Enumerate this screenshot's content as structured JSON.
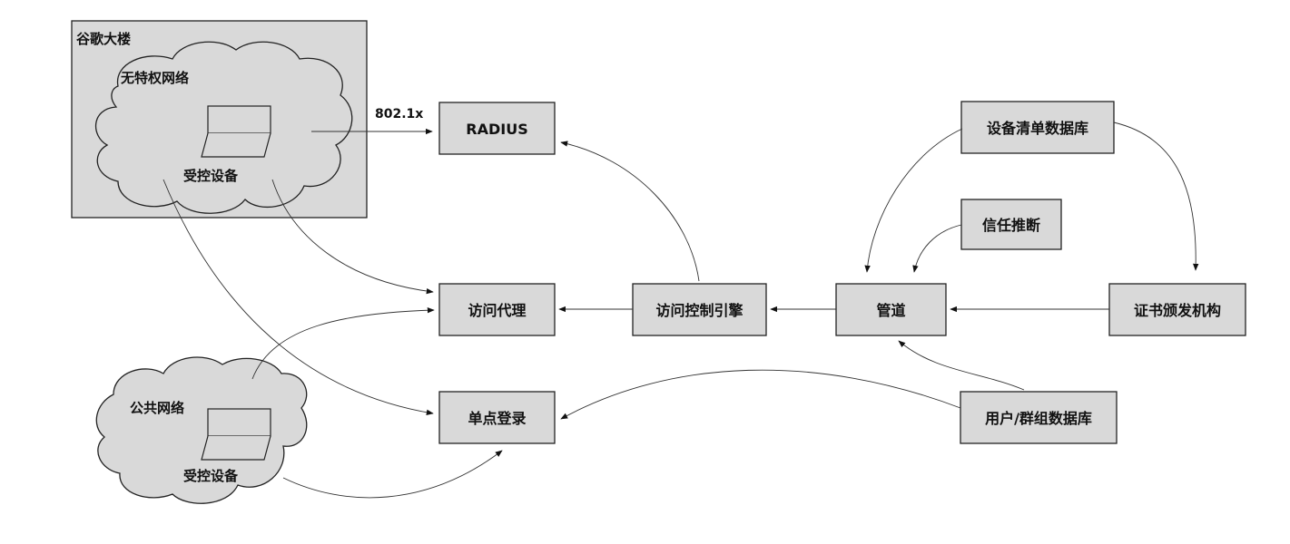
{
  "building": {
    "label": "谷歌大楼"
  },
  "clouds": {
    "unprivileged": {
      "label": "无特权网络",
      "device_label": "受控设备"
    },
    "public": {
      "label": "公共网络",
      "device_label": "受控设备"
    }
  },
  "nodes": {
    "radius": "RADIUS",
    "access_proxy": "访问代理",
    "sso": "单点登录",
    "access_control_engine": "访问控制引擎",
    "pipeline": "管道",
    "device_inventory_db": "设备清单数据库",
    "trust_inference": "信任推断",
    "cert_authority": "证书颁发机构",
    "user_group_db": "用户/群组数据库"
  },
  "edge_labels": {
    "dot1x": "802.1x"
  }
}
